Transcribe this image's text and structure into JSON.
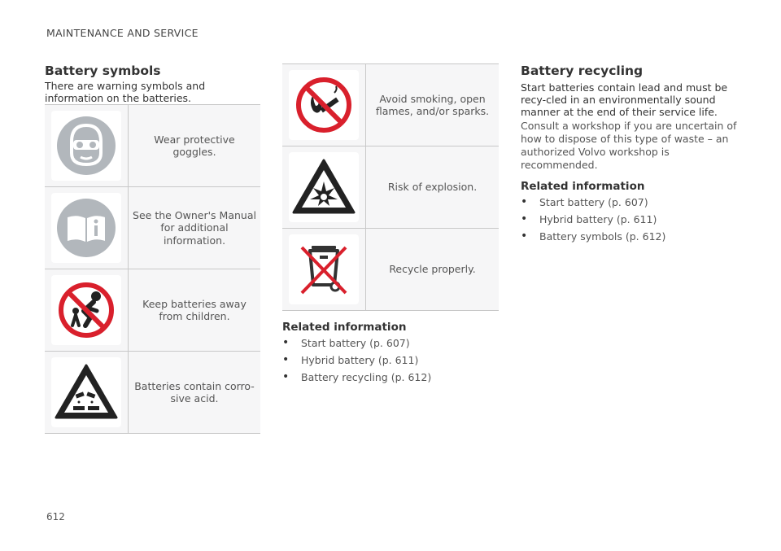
{
  "header": {
    "section": "MAINTENANCE AND SERVICE"
  },
  "page_number": "612",
  "battery_symbols": {
    "title": "Battery symbols",
    "intro": "There are warning symbols and information on the batteries.",
    "rows_left": [
      {
        "icon": "goggles-icon",
        "text": "Wear protective goggles."
      },
      {
        "icon": "owners-manual-icon",
        "text": "See the Owner's Manual for additional information."
      },
      {
        "icon": "keep-away-children-icon",
        "text": "Keep batteries away from children."
      },
      {
        "icon": "corrosive-acid-icon",
        "text": "Batteries contain corro-sive acid."
      }
    ],
    "rows_right": [
      {
        "icon": "no-smoking-flames-icon",
        "text": "Avoid smoking, open flames, and/or sparks."
      },
      {
        "icon": "explosion-risk-icon",
        "text": "Risk of explosion."
      },
      {
        "icon": "recycle-bin-icon",
        "text": "Recycle properly."
      }
    ],
    "related": {
      "title": "Related information",
      "items": [
        "Start battery (p. 607)",
        "Hybrid battery (p. 611)",
        "Battery recycling (p. 612)"
      ]
    }
  },
  "battery_recycling": {
    "title": "Battery recycling",
    "intro": "Start batteries contain lead and must be recy-cled in an environmentally sound manner at the end of their service life.",
    "body": "Consult a workshop if you are uncertain of how to dispose of this type of waste – an authorized Volvo workshop is recommended.",
    "related": {
      "title": "Related information",
      "items": [
        "Start battery (p. 607)",
        "Hybrid battery (p. 611)",
        "Battery symbols (p. 612)"
      ]
    }
  },
  "colors": {
    "prohibition_red": "#d9202c",
    "icon_grey": "#b2b7bc",
    "text": "#555555"
  }
}
